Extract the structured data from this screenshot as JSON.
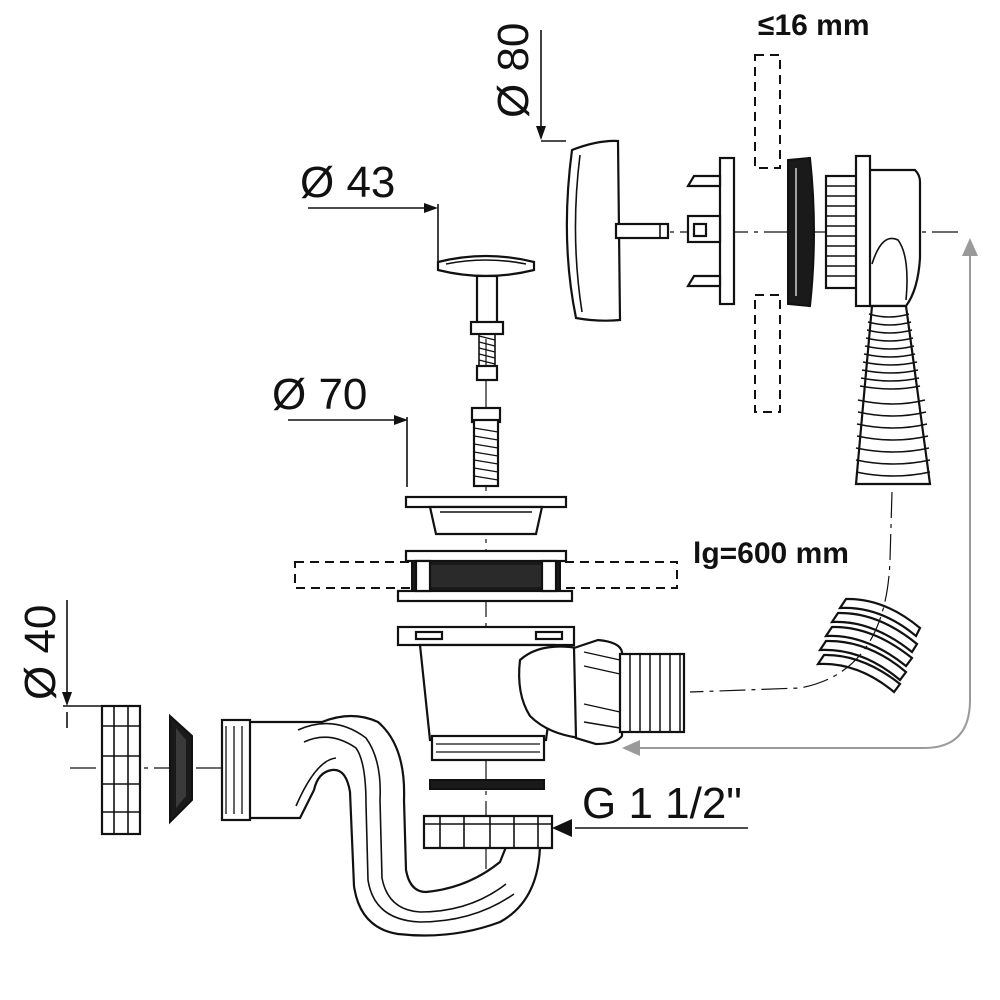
{
  "labels": {
    "d80": "Ø 80",
    "wall": "≤16 mm",
    "d43": "Ø 43",
    "d70": "Ø 70",
    "lg": "lg=600 mm",
    "d40": "Ø 40",
    "thread": "G 1 1/2\""
  },
  "colors": {
    "ink": "#111111",
    "fill": "#ffffff",
    "flow_arrow": "#9a9a9a"
  }
}
